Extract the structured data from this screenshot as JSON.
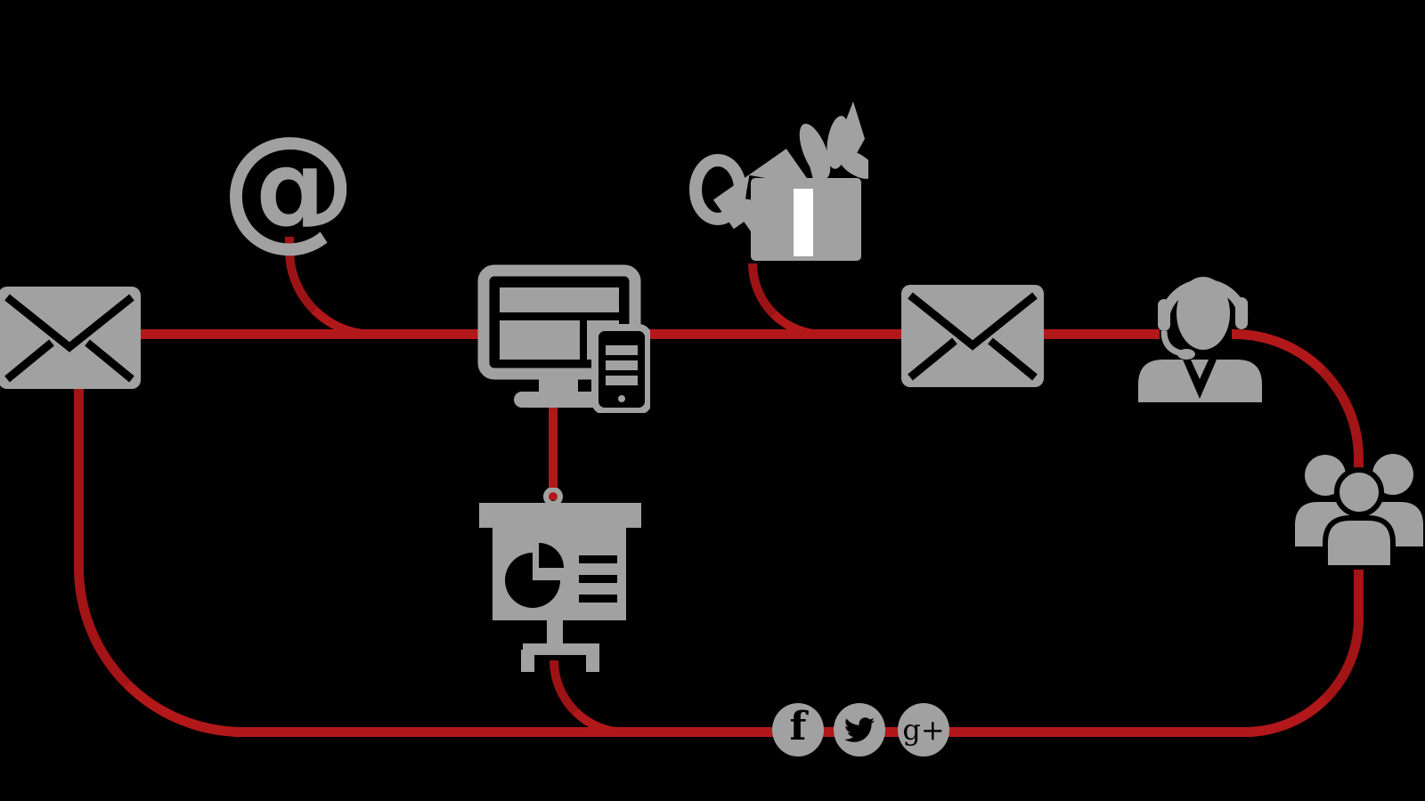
{
  "background_color": "#000000",
  "palette": {
    "icon_gray": "#a1a1a1",
    "line_red": "#b2181a",
    "line_red_dark": "#9c1316",
    "ribbon_white": "#ffffff",
    "glyph_black": "#000000"
  },
  "diagram": {
    "type": "flow-diagram",
    "nodes": [
      {
        "id": "mail-left",
        "icon": "envelope-icon"
      },
      {
        "id": "at-symbol",
        "icon": "at-sign-icon",
        "glyph": "@"
      },
      {
        "id": "devices",
        "icon": "desktop-and-smartphone-icon"
      },
      {
        "id": "gift",
        "icon": "open-gift-box-icon"
      },
      {
        "id": "mail-right",
        "icon": "envelope-icon"
      },
      {
        "id": "support-agent",
        "icon": "person-headset-icon"
      },
      {
        "id": "audience-group",
        "icon": "three-people-icon"
      },
      {
        "id": "presentation-board",
        "icon": "flipchart-pie-chart-icon"
      },
      {
        "id": "facebook",
        "icon": "facebook-circle-icon",
        "glyph": "f"
      },
      {
        "id": "twitter",
        "icon": "twitter-bird-circle-icon"
      },
      {
        "id": "google-plus",
        "icon": "google-plus-circle-icon",
        "glyph": "g+"
      }
    ],
    "connections": [
      {
        "from": "mail-left",
        "to": "devices",
        "style": "straight-horizontal"
      },
      {
        "from": "at-symbol",
        "to": "main-horizontal-line",
        "style": "quarter-curve-down"
      },
      {
        "from": "devices",
        "to": "mail-right",
        "style": "straight-horizontal"
      },
      {
        "from": "gift",
        "to": "main-horizontal-line",
        "style": "quarter-curve-down"
      },
      {
        "from": "mail-right",
        "to": "support-agent",
        "style": "straight-horizontal"
      },
      {
        "from": "support-agent",
        "to": "audience-group",
        "style": "quarter-curve-right-down"
      },
      {
        "from": "devices",
        "to": "presentation-board",
        "style": "straight-vertical"
      },
      {
        "from": "presentation-board",
        "to": "bottom-horizontal-line",
        "style": "quarter-curve-down-right"
      },
      {
        "from": "audience-group",
        "to": "bottom-horizontal-line",
        "style": "quarter-curve-down-left"
      },
      {
        "from": "mail-left",
        "to": "bottom-horizontal-line",
        "style": "quarter-curve-down-right"
      },
      {
        "from": "bottom-horizontal-line",
        "through": [
          "facebook",
          "twitter",
          "google-plus"
        ]
      }
    ]
  }
}
